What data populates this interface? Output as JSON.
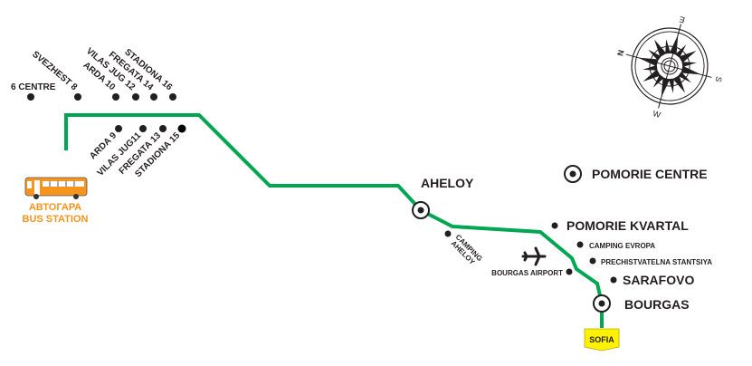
{
  "colors": {
    "route": "#00a651",
    "bus": "#f7941d",
    "sofia_sign": "#fff200",
    "text": "#231f20"
  },
  "bus_station": {
    "line1": "АВТОГАРА",
    "line2": "BUS STATION",
    "icon": "bus-icon"
  },
  "upper_stops": [
    "6 CENTRE",
    "SVEZHEST 8",
    "ARDA 10",
    "VILAS JUG 12",
    "FREGATA 14",
    "STADIONA 16"
  ],
  "lower_stops": [
    "ARDA 9",
    "VILAS JUG11",
    "FREGATA 13",
    "STADIONA 15"
  ],
  "towns": {
    "aheloy": "AHELOY",
    "pomorie_centre": "POMORIE CENTRE",
    "pomorie_kvartal": "POMORIE KVARTAL",
    "camping_evropa": "CAMPING EVROPA",
    "prechistvatelna": "PRECHISTVATELNA STANTSIYA",
    "camping_aheloy_1": "CAMPING",
    "camping_aheloy_2": "AHELOY",
    "bourgas_airport": "BOURGAS AIRPORT",
    "sarafovo": "SARAFOVO",
    "bourgas": "BOURGAS",
    "sofia": "SOFIA"
  },
  "compass": {
    "n": "N",
    "e": "E",
    "s": "S",
    "w": "W"
  }
}
